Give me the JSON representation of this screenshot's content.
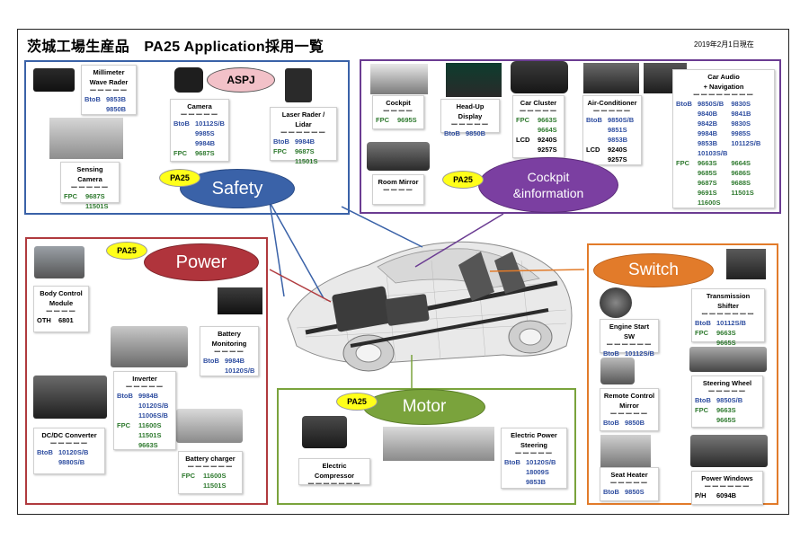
{
  "header": {
    "title": "茨城工場生産品　PA25 Application採用一覧",
    "date": "2019年2月1日現在"
  },
  "colors": {
    "safety": "#3a62a8",
    "cockpit": "#6b3c92",
    "power": "#b03a3e",
    "switch": "#e27b2a",
    "motor": "#7aa33c",
    "bto_b": "#2f4ea0",
    "fpc": "#2f7a2f",
    "pa25": "#ffff1a",
    "aspj": "#f2c1c8"
  },
  "badges": {
    "pa25": "PA25",
    "aspj": "ASPJ"
  },
  "sections": {
    "safety": "Safety",
    "cockpit_line1": "Cockpit",
    "cockpit_line2": "&information",
    "power": "Power",
    "switch": "Switch",
    "motor": "Motor"
  },
  "cards": {
    "mmwave": {
      "title": [
        "Millimeter",
        "Wave Rader"
      ],
      "dash": "ーーーーー",
      "rows": [
        {
          "k": "BtoB",
          "v": "9853B",
          "c": "b"
        },
        {
          "k": "",
          "v": "9850B",
          "c": "b"
        }
      ]
    },
    "camera": {
      "title": [
        "Camera"
      ],
      "dash": "ーーーーー",
      "rows": [
        {
          "k": "BtoB",
          "v": "10112S/B",
          "c": "b"
        },
        {
          "k": "",
          "v": "9985S",
          "c": "b"
        },
        {
          "k": "",
          "v": "9984B",
          "c": "b"
        },
        {
          "k": "FPC",
          "v": "9687S",
          "c": "g"
        }
      ]
    },
    "laser": {
      "title": [
        "Laser Rader / Lidar"
      ],
      "dash": "ーーーーーー",
      "rows": [
        {
          "k": "BtoB",
          "v": "9984B",
          "c": "b"
        },
        {
          "k": "FPC",
          "v": "9687S",
          "c": "g"
        },
        {
          "k": "",
          "v": "11501S",
          "c": "g"
        }
      ]
    },
    "sensing": {
      "title": [
        "Sensing Camera"
      ],
      "dash": "ーーーーー",
      "rows": [
        {
          "k": "FPC",
          "v": "9687S",
          "c": "g"
        },
        {
          "k": "",
          "v": "11501S",
          "c": "g"
        }
      ]
    },
    "cockpit": {
      "title": [
        "Cockpit"
      ],
      "dash": "ーーーー",
      "rows": [
        {
          "k": "FPC",
          "v": "9695S",
          "c": "g"
        }
      ]
    },
    "hud": {
      "title": [
        "Head-Up Display"
      ],
      "dash": "ーーーーー",
      "rows": [
        {
          "k": "BtoB",
          "v": "9850B",
          "c": "b"
        }
      ]
    },
    "cluster": {
      "title": [
        "Car Cluster"
      ],
      "dash": "ーーーーー",
      "rows": [
        {
          "k": "FPC",
          "v": "9663S",
          "c": "g"
        },
        {
          "k": "",
          "v": "9664S",
          "c": "g"
        },
        {
          "k": "LCD",
          "v": "9240S",
          "c": "blk"
        },
        {
          "k": "",
          "v": "9257S",
          "c": "blk"
        }
      ]
    },
    "aircon": {
      "title": [
        "Air-Conditioner"
      ],
      "dash": "ーーーーー",
      "rows": [
        {
          "k": "BtoB",
          "v": "9850S/B",
          "c": "b"
        },
        {
          "k": "",
          "v": "9851S",
          "c": "b"
        },
        {
          "k": "",
          "v": "9853B",
          "c": "b"
        },
        {
          "k": "LCD",
          "v": "9240S",
          "c": "blk"
        },
        {
          "k": "",
          "v": "9257S",
          "c": "blk"
        }
      ]
    },
    "caraudio": {
      "title": [
        "Car Audio",
        "+ Navigation"
      ],
      "dash": "ーーーーーーーー",
      "left": [
        {
          "k": "BtoB",
          "v": "9850S/B",
          "c": "b"
        },
        {
          "k": "",
          "v": "9840B",
          "c": "b"
        },
        {
          "k": "",
          "v": "9842B",
          "c": "b"
        },
        {
          "k": "",
          "v": "9984B",
          "c": "b"
        },
        {
          "k": "",
          "v": "9853B",
          "c": "b"
        },
        {
          "k": "",
          "v": "10103S/B",
          "c": "b"
        },
        {
          "k": "FPC",
          "v": "9663S",
          "c": "g"
        },
        {
          "k": "",
          "v": "9685S",
          "c": "g"
        },
        {
          "k": "",
          "v": "9687S",
          "c": "g"
        },
        {
          "k": "",
          "v": "9691S",
          "c": "g"
        },
        {
          "k": "",
          "v": "11600S",
          "c": "g"
        }
      ],
      "right": [
        {
          "v": "9830S",
          "c": "b"
        },
        {
          "v": "9841B",
          "c": "b"
        },
        {
          "v": "9830S",
          "c": "b"
        },
        {
          "v": "9985S",
          "c": "b"
        },
        {
          "v": "10112S/B",
          "c": "b"
        },
        {
          "v": "",
          "c": "b"
        },
        {
          "v": "9664S",
          "c": "g"
        },
        {
          "v": "9686S",
          "c": "g"
        },
        {
          "v": "9688S",
          "c": "g"
        },
        {
          "v": "11501S",
          "c": "g"
        }
      ]
    },
    "mirror": {
      "title": [
        "Room Mirror"
      ],
      "dash": "ーーーー",
      "rows": []
    },
    "bcm": {
      "title": [
        "Body Control",
        "Module"
      ],
      "dash": "ーーーー",
      "rows": [
        {
          "k": "OTH",
          "v": "6801",
          "c": "blk"
        }
      ]
    },
    "battmon": {
      "title": [
        "Battery",
        "Monitoring"
      ],
      "dash": "ーーーー",
      "rows": [
        {
          "k": "BtoB",
          "v": "9984B",
          "c": "b"
        },
        {
          "k": "",
          "v": "10120S/B",
          "c": "b"
        }
      ]
    },
    "inverter": {
      "title": [
        "Inverter"
      ],
      "dash": "ーーーーー",
      "rows": [
        {
          "k": "BtoB",
          "v": "9984B",
          "c": "b"
        },
        {
          "k": "",
          "v": "10120S/B",
          "c": "b"
        },
        {
          "k": "",
          "v": "11006S/B",
          "c": "b"
        },
        {
          "k": "FPC",
          "v": "11600S",
          "c": "g"
        },
        {
          "k": "",
          "v": "11501S",
          "c": "g"
        },
        {
          "k": "",
          "v": "9663S",
          "c": "g"
        }
      ]
    },
    "dcdc": {
      "title": [
        "DC/DC Converter"
      ],
      "dash": "ーーーーー",
      "rows": [
        {
          "k": "BtoB",
          "v": "10120S/B",
          "c": "b"
        },
        {
          "k": "",
          "v": "9880S/B",
          "c": "b"
        }
      ]
    },
    "charger": {
      "title": [
        "Battery charger"
      ],
      "dash": "ーーーーーー",
      "rows": [
        {
          "k": "FPC",
          "v": "11600S",
          "c": "g"
        },
        {
          "k": "",
          "v": "11501S",
          "c": "g"
        }
      ]
    },
    "compressor": {
      "title": [
        "Electric Compressor"
      ],
      "dash": "ーーーーーーー",
      "rows": []
    },
    "eps": {
      "title": [
        "Electric Power",
        "Steering"
      ],
      "dash": "ーーーーー",
      "rows": [
        {
          "k": "BtoB",
          "v": "10120S/B",
          "c": "b"
        },
        {
          "k": "",
          "v": "18009S",
          "c": "b"
        },
        {
          "k": "",
          "v": "9853B",
          "c": "b"
        }
      ]
    },
    "startsw": {
      "title": [
        "Engine Start SW"
      ],
      "dash": "ーーーーーー",
      "rows": [
        {
          "k": "BtoB",
          "v": "10112S/B",
          "c": "b"
        }
      ]
    },
    "remotemirror": {
      "title": [
        "Remote Control",
        "Mirror"
      ],
      "dash": "ーーーーー",
      "rows": [
        {
          "k": "BtoB",
          "v": "9850B",
          "c": "b"
        }
      ]
    },
    "seatheater": {
      "title": [
        "Seat Heater"
      ],
      "dash": "ーーーーー",
      "rows": [
        {
          "k": "BtoB",
          "v": "9850S",
          "c": "b"
        }
      ]
    },
    "shifter": {
      "title": [
        "Transmission Shifter"
      ],
      "dash": "ーーーーーーー",
      "rows": [
        {
          "k": "BtoB",
          "v": "10112S/B",
          "c": "b"
        },
        {
          "k": "FPC",
          "v": "9663S",
          "c": "g"
        },
        {
          "k": "",
          "v": "9665S",
          "c": "g"
        }
      ]
    },
    "steering": {
      "title": [
        "Steering Wheel"
      ],
      "dash": "ーーーーー",
      "rows": [
        {
          "k": "BtoB",
          "v": "9850S/B",
          "c": "b"
        },
        {
          "k": "FPC",
          "v": "9663S",
          "c": "g"
        },
        {
          "k": "",
          "v": "9665S",
          "c": "g"
        }
      ]
    },
    "windows": {
      "title": [
        "Power Windows"
      ],
      "dash": "ーーーーーー",
      "rows": [
        {
          "k": "P/H",
          "v": "6094B",
          "c": "blk"
        }
      ]
    }
  }
}
